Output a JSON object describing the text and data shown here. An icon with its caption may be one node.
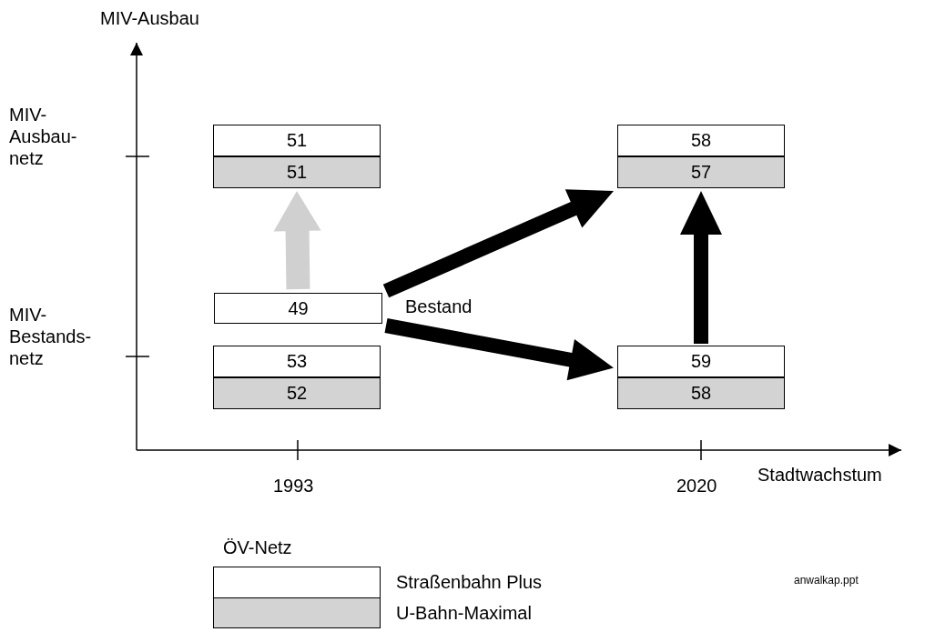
{
  "diagram": {
    "nodes": [
      {
        "text": [
          "51"
        ]
      },
      {
        "text": [
          "51"
        ]
      },
      {
        "text": [
          "58"
        ]
      },
      {
        "text": [
          "57"
        ]
      },
      {
        "text": [
          "49"
        ]
      },
      {
        "text": [
          "53"
        ]
      },
      {
        "text": [
          "52"
        ]
      },
      {
        "text": [
          "59"
        ]
      },
      {
        "text": [
          "58"
        ]
      }
    ],
    "edges": [
      {
        "from": 4,
        "to": 1,
        "arrow": "to",
        "color": "#d0d0d0"
      },
      {
        "from": 4,
        "to": 3,
        "arrow": "to"
      },
      {
        "from": 4,
        "to": 7,
        "arrow": "to"
      },
      {
        "from": 7,
        "to": 3,
        "arrow": "to"
      }
    ],
    "labels": [
      "MIV-Ausbau",
      "MIV- Ausbau- netz",
      "MIV- Bestands- netz",
      "Bestand",
      "1993",
      "2020",
      "Stadtwachstum",
      "ÖV-Netz",
      "anwalkap.ppt"
    ],
    "legend": [
      {
        "text": "Straßenbahn Plus",
        "color": "#ffffff"
      },
      {
        "text": "U-Bahn-Maximal",
        "color": "#d3d3d3"
      }
    ]
  }
}
